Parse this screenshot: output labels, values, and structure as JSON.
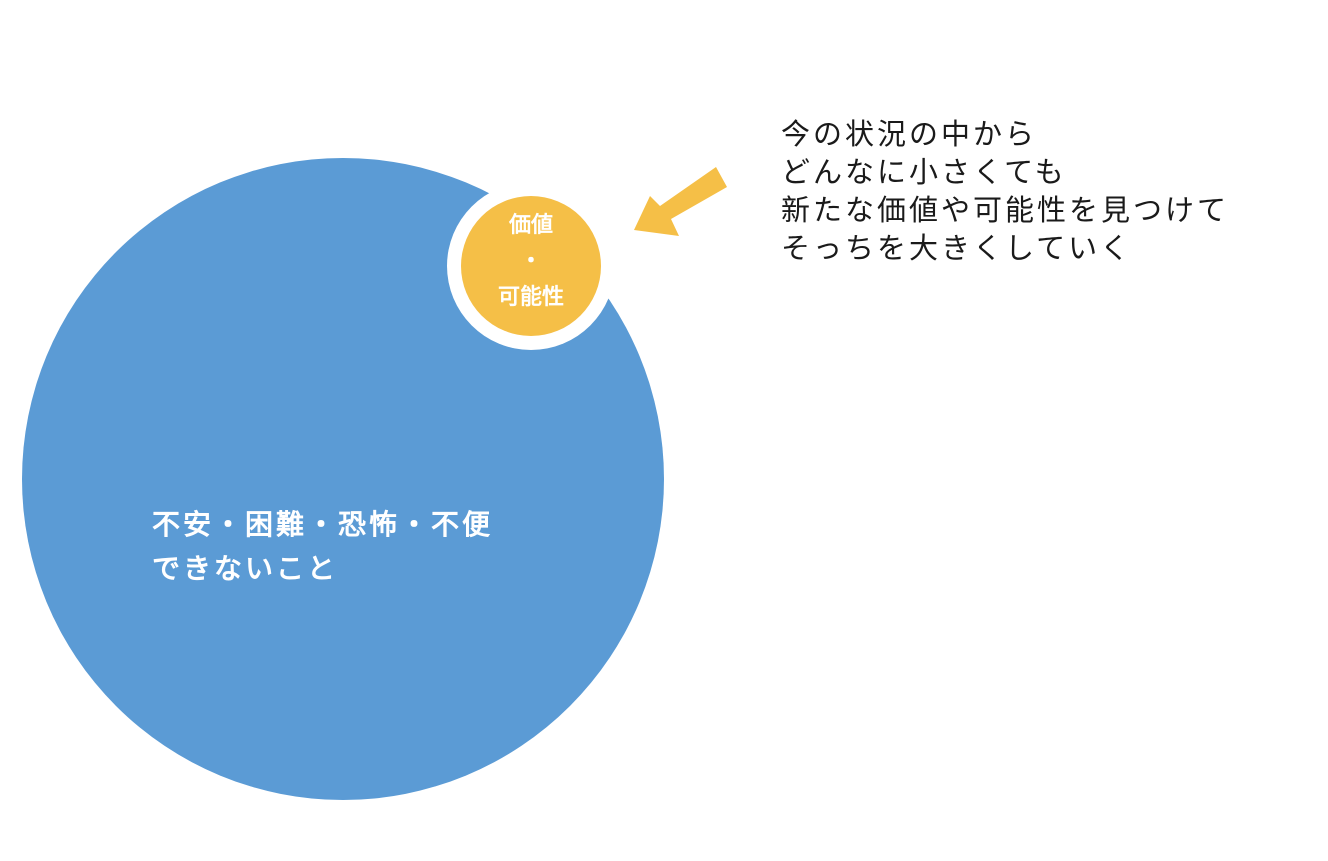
{
  "diagram": {
    "type": "nested-circles-with-callout",
    "colors": {
      "big_circle": "#5B9BD5",
      "small_circle": "#F5BF47",
      "ring": "#FFFFFF",
      "arrow": "#F5BF47",
      "callout_text": "#1A1A1A",
      "circle_text": "#FFFFFF"
    },
    "big_circle": {
      "lines": [
        "不安・困難・恐怖・不便",
        "できないこと"
      ]
    },
    "small_circle": {
      "lines": [
        "価値",
        "・",
        "可能性"
      ]
    },
    "arrow": {
      "icon": "arrow-down-left-icon",
      "direction": "pointing toward small circle"
    },
    "callout": {
      "lines": [
        "今の状況の中から",
        "どんなに小さくても",
        "新たな価値や可能性を見つけて",
        "そっちを大きくしていく"
      ]
    }
  }
}
